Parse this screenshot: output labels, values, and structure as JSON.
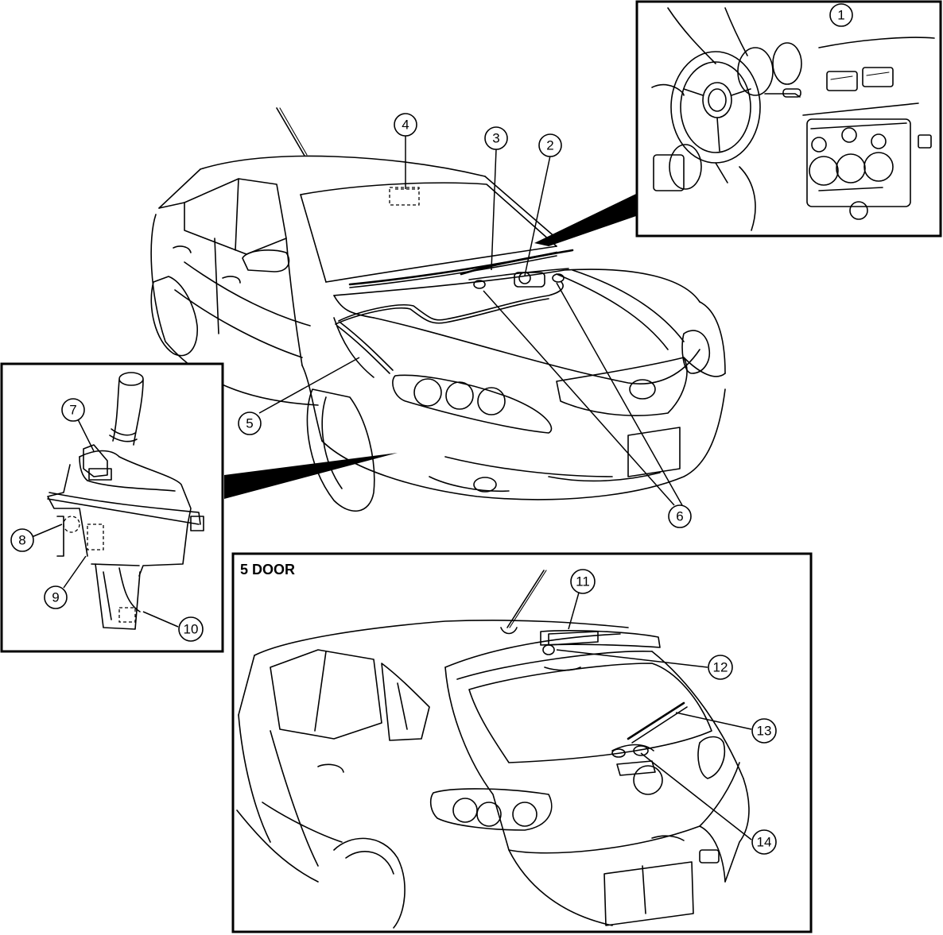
{
  "figure": {
    "rear_view_heading": "5 DOOR",
    "callouts": [
      "1",
      "2",
      "3",
      "4",
      "5",
      "6",
      "7",
      "8",
      "9",
      "10",
      "11",
      "12",
      "13",
      "14"
    ]
  },
  "colors": {
    "line": "#000000",
    "background": "#ffffff"
  }
}
